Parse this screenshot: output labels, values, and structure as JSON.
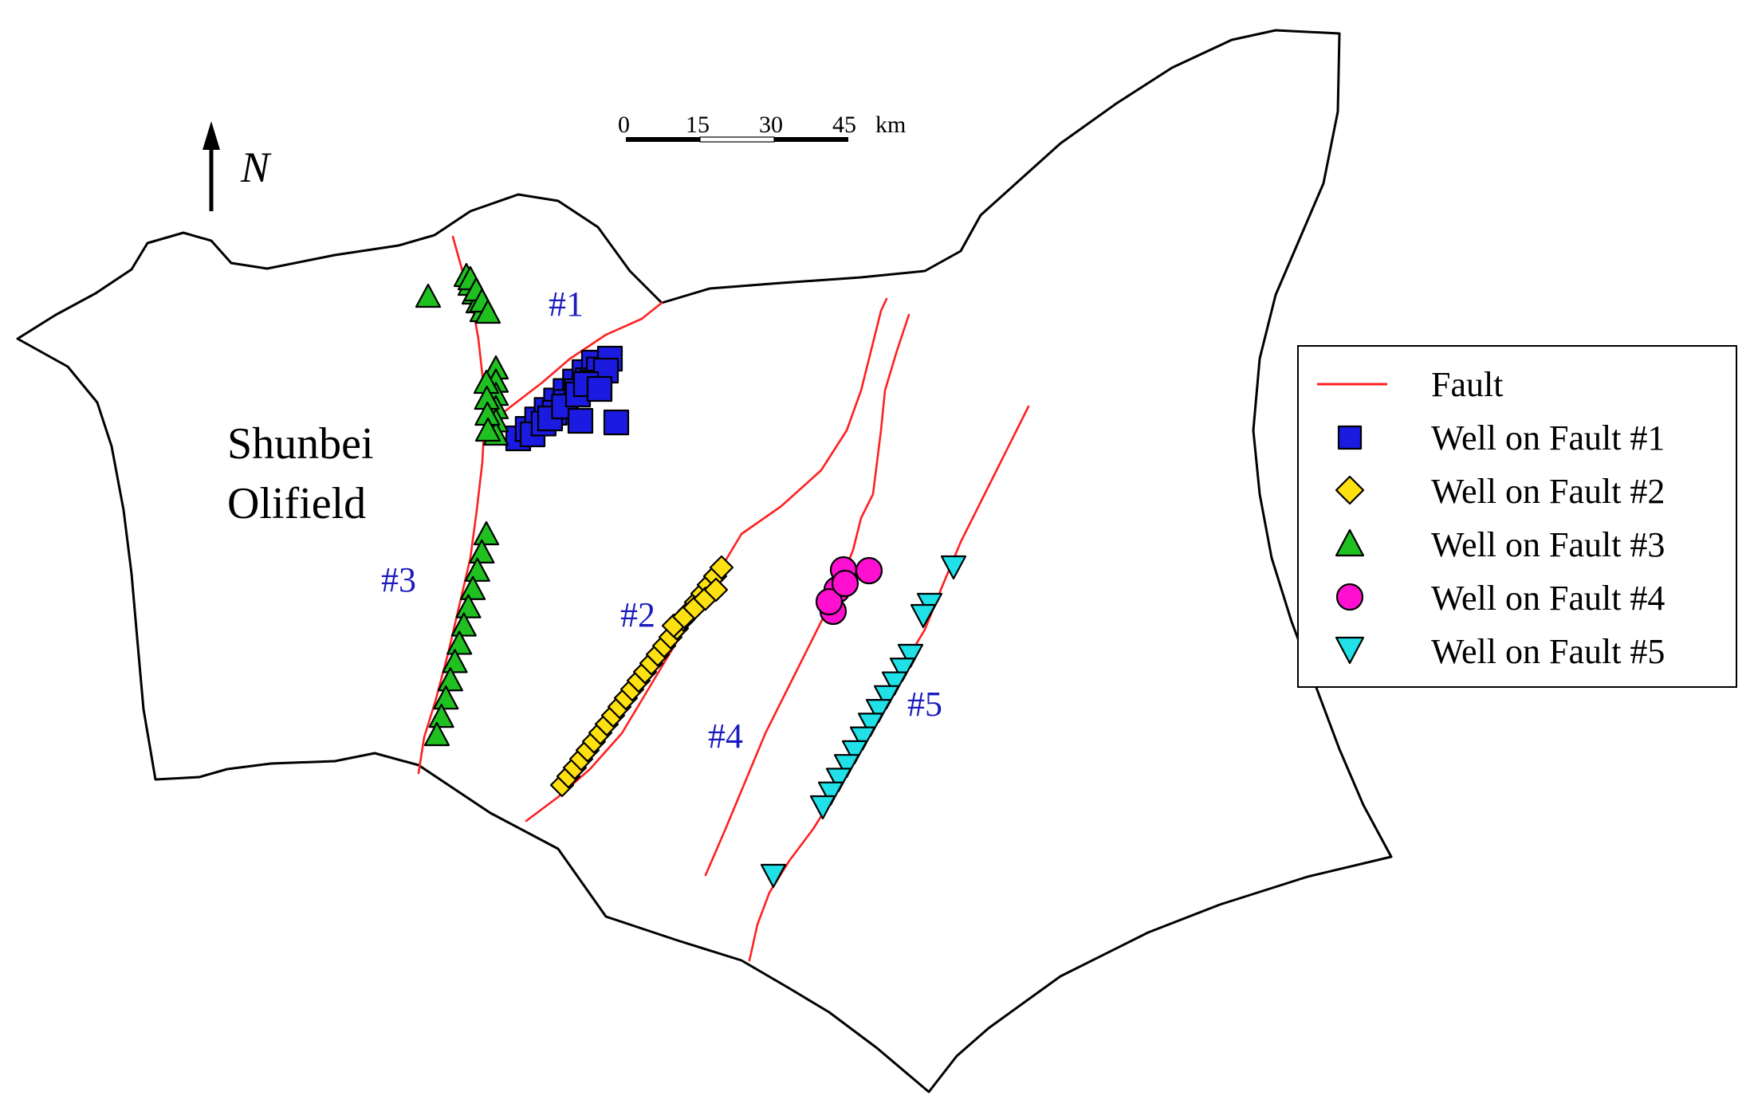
{
  "map": {
    "field_label": [
      "Shunbei",
      "Olifield"
    ],
    "north_label": "N",
    "scale_bar": {
      "ticks": [
        "0",
        "15",
        "30",
        "45"
      ],
      "unit": "km"
    },
    "fault_labels": [
      "#1",
      "#2",
      "#3",
      "#4",
      "#5"
    ]
  },
  "legend": {
    "items": [
      {
        "label": "Fault",
        "symbol": "line",
        "color": "#ff2020"
      },
      {
        "label": "Well on Fault #1",
        "symbol": "square",
        "color": "#1a1ae0"
      },
      {
        "label": "Well on Fault #2",
        "symbol": "diamond",
        "color": "#ffe010"
      },
      {
        "label": "Well on Fault #3",
        "symbol": "triangle-up",
        "color": "#20c020"
      },
      {
        "label": "Well on Fault #4",
        "symbol": "circle",
        "color": "#ff10d0"
      },
      {
        "label": "Well on Fault #5",
        "symbol": "triangle-down",
        "color": "#20e0e8"
      }
    ]
  },
  "colors": {
    "fault": "#ff2020",
    "fault_label": "#1c1cbc",
    "outline": "#000000"
  }
}
